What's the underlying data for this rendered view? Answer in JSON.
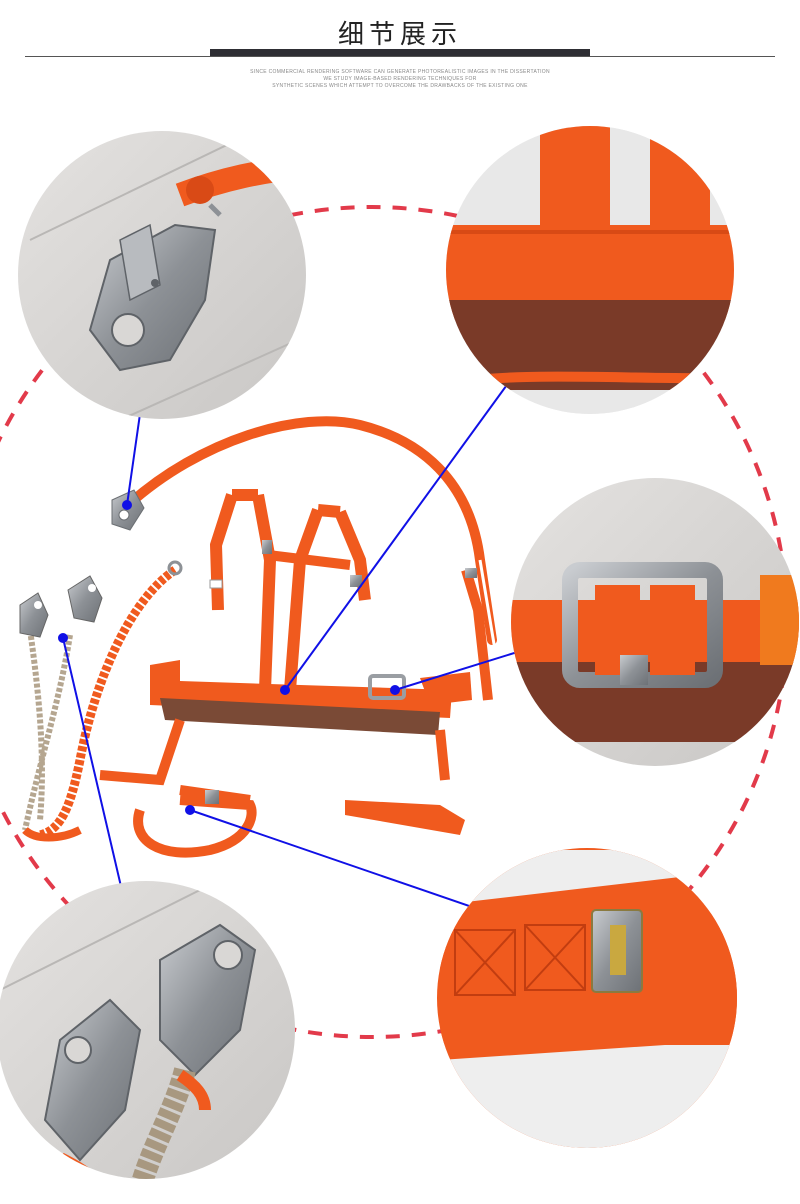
{
  "header": {
    "title": "细节展示",
    "subtitle_lines": [
      "SINCE COMMERCIAL RENDERING SOFTWARE CAN GENERATE PHOTOREALISTIC IMAGES IN THE DISSERTATION",
      "WE STUDY IMAGE-BASED RENDERING TECHNIQUES FOR",
      "SYNTHETIC SCENES WHICH ATTEMPT TO OVERCOME THE DRAWBACKS OF THE EXISTING ONE"
    ]
  },
  "colors": {
    "webbing": "#f05a1e",
    "webbing_dark": "#c23d10",
    "metal": "#9a9ea3",
    "pointer_line": "#1010e6",
    "dashed_circle": "#e23a4a",
    "background_photo": "#d9d7d5"
  },
  "detail_views": [
    {
      "name": "snap-hook-closeup"
    },
    {
      "name": "webbing-belt-closeup"
    },
    {
      "name": "buckle-closeup"
    },
    {
      "name": "leg-strap-buckle-closeup"
    },
    {
      "name": "double-hooks-closeup"
    }
  ]
}
